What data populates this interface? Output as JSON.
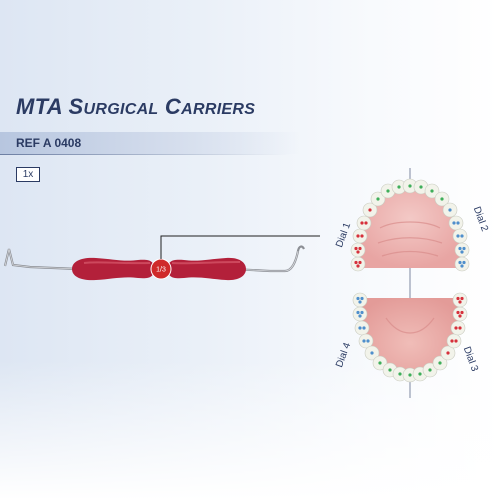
{
  "header": {
    "title_prefix": "MTA",
    "title_initial_s": "S",
    "title_rest_s": "URGICAL",
    "title_initial_c": "C",
    "title_rest_c": "ARRIERS",
    "reference": "REF A 0408"
  },
  "quantity": "1x",
  "instrument": {
    "handle_color": "#b3203a",
    "badge_label": "1/3"
  },
  "diagram": {
    "dials": [
      "Dial 1",
      "Dial 2",
      "Dial 3",
      "Dial 4"
    ],
    "dot_colors": {
      "dial1": "#d6303b",
      "dial2": "#4f8fcc",
      "front": "#3fae5a"
    }
  }
}
